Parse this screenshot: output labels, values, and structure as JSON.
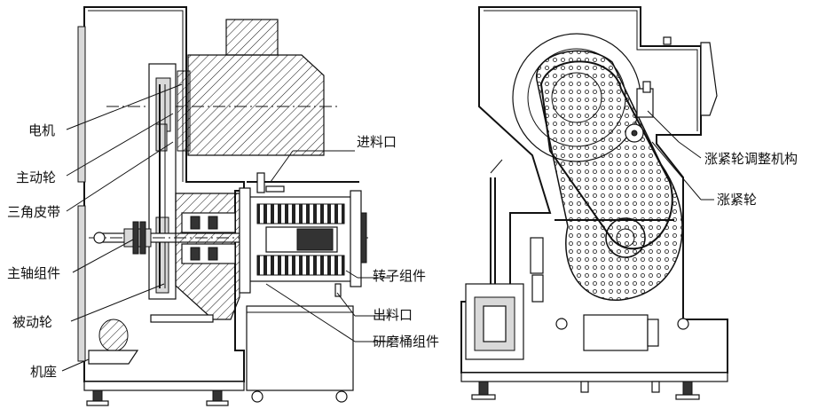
{
  "left_view": {
    "labels": {
      "motor": "电机",
      "drive_pulley": "主动轮",
      "v_belt": "三角皮带",
      "spindle_assembly": "主轴组件",
      "driven_pulley": "被动轮",
      "base": "机座",
      "inlet": "进料口",
      "rotor_assembly": "转子组件",
      "outlet": "出料口",
      "grinding_drum_assembly": "研磨桶组件"
    }
  },
  "right_view": {
    "labels": {
      "tensioner_adjuster": "涨紧轮调整机构",
      "tensioner": "涨紧轮"
    }
  }
}
